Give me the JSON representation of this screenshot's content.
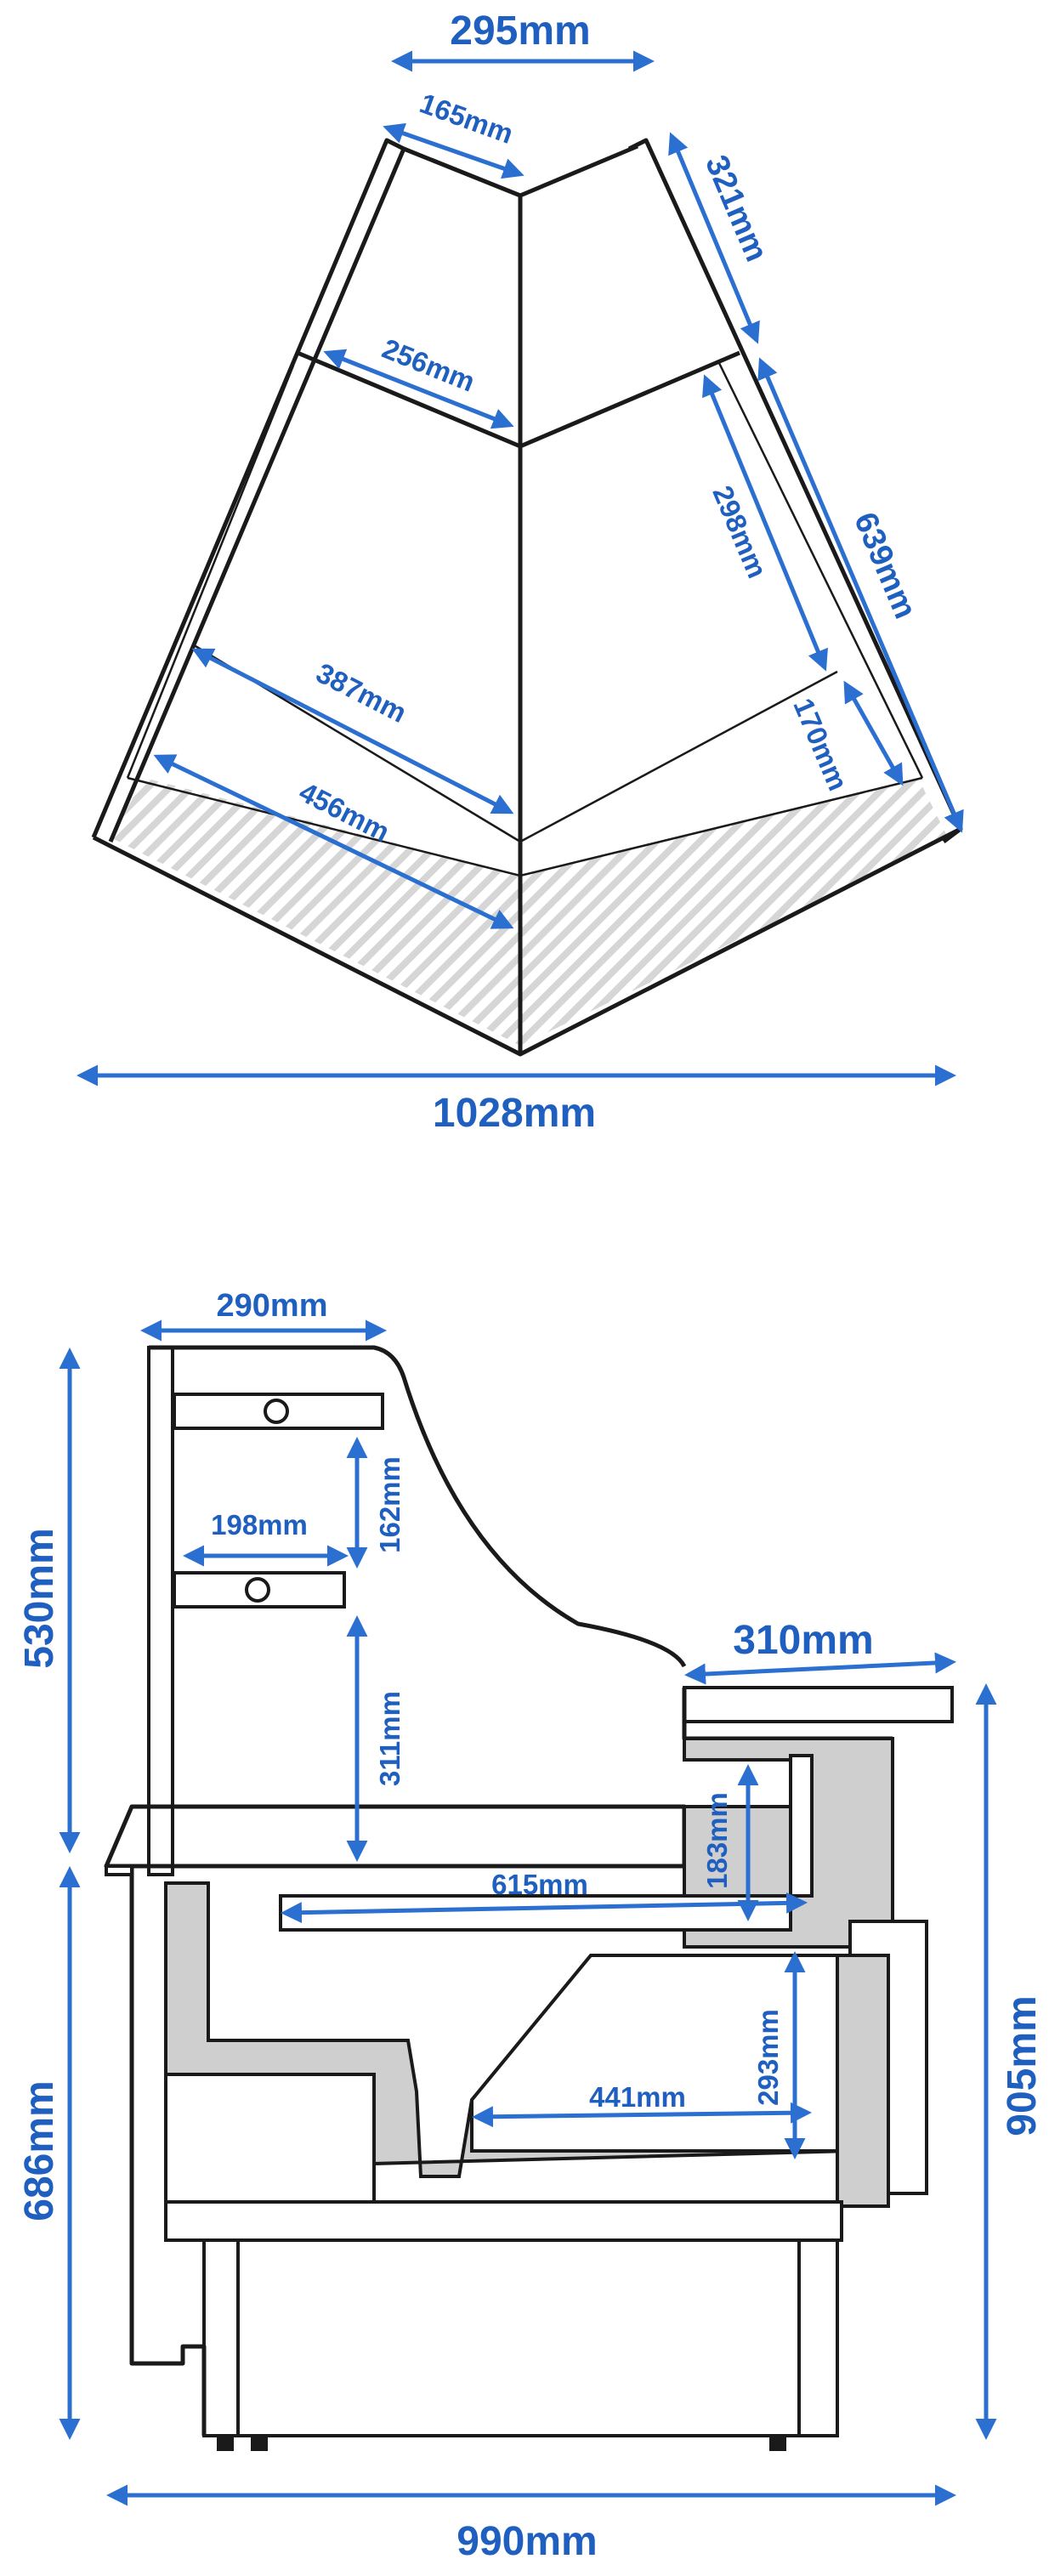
{
  "top_view": {
    "width_top": "295mm",
    "panel_top": "165mm",
    "side_short": "321mm",
    "inner_top": "256mm",
    "side_inner": "298mm",
    "side_long": "639mm",
    "inner_mid": "387mm",
    "side_small": "170mm",
    "inner_bottom": "456mm",
    "width_total": "1028mm"
  },
  "side_view": {
    "shelf_depth": "290mm",
    "shelf_gap": "162mm",
    "shelf_small": "198mm",
    "upper_height": "530mm",
    "lower_gap": "311mm",
    "counter_depth": "310mm",
    "deck_depth": "615mm",
    "deck_height": "183mm",
    "base_depth": "441mm",
    "base_height": "293mm",
    "lower_height": "686mm",
    "total_height": "905mm",
    "total_depth": "990mm"
  },
  "colors": {
    "dimension": "#2b6fd1",
    "outline": "#1a1a1a",
    "insulation": "#cfcfcf"
  }
}
